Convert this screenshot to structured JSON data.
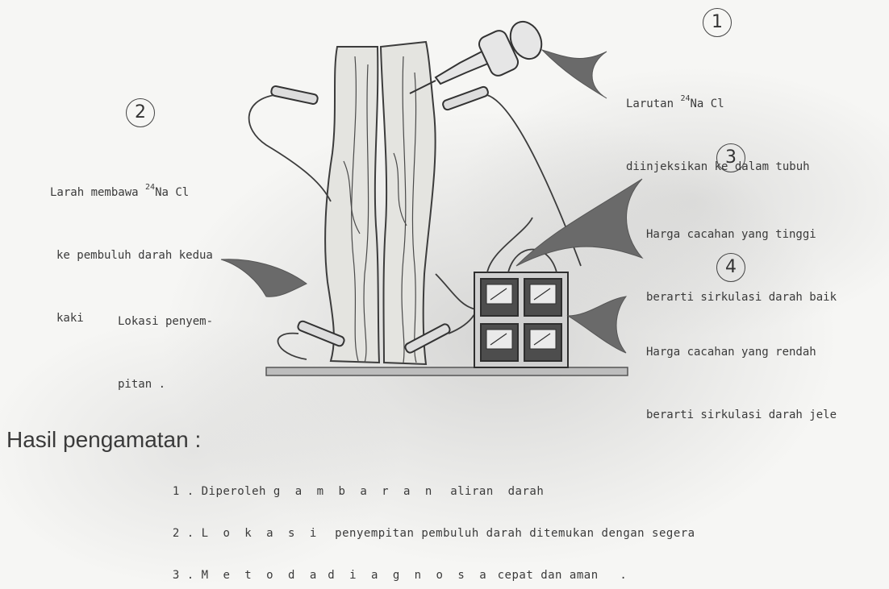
{
  "markers": [
    "1",
    "2",
    "3",
    "4"
  ],
  "callout1": {
    "line1_pre": "Larutan ",
    "line1_sup": "24",
    "line1_post": "Na Cl",
    "line2": "diinjeksikan ke dalam tubuh"
  },
  "callout2": {
    "line1_pre": "Larah membawa ",
    "line1_sup": "24",
    "line1_post": "Na Cl",
    "line2": "ke pembuluh darah kedua",
    "line3": "kaki"
  },
  "callout3": {
    "line1": "Harga cacahan yang tinggi",
    "line2": "berarti sirkulasi darah baik"
  },
  "callout4": {
    "line1": "Harga cacahan yang rendah",
    "line2": "berarti sirkulasi darah jele"
  },
  "lokasi": {
    "line1": "Lokasi penyem-",
    "line2": "pitan ."
  },
  "hasil": {
    "title": "Hasil pengamatan :",
    "items": [
      {
        "num": "1 .",
        "a": "Diperoleh",
        "b": "g a m b a r a n",
        "c": "aliran  darah"
      },
      {
        "num": "2 .",
        "a": "L o k a s i",
        "b": "penyempitan pembuluh darah ditemukan dengan segera",
        "c": ""
      },
      {
        "num": "3 .",
        "a": "M e t o d a",
        "b": "d i a g n o s a",
        "c": "cepat dan aman   ."
      }
    ]
  },
  "colors": {
    "ink": "#3a3a3a",
    "paper": "#f6f6f4",
    "shade": "#8a8a8a"
  }
}
